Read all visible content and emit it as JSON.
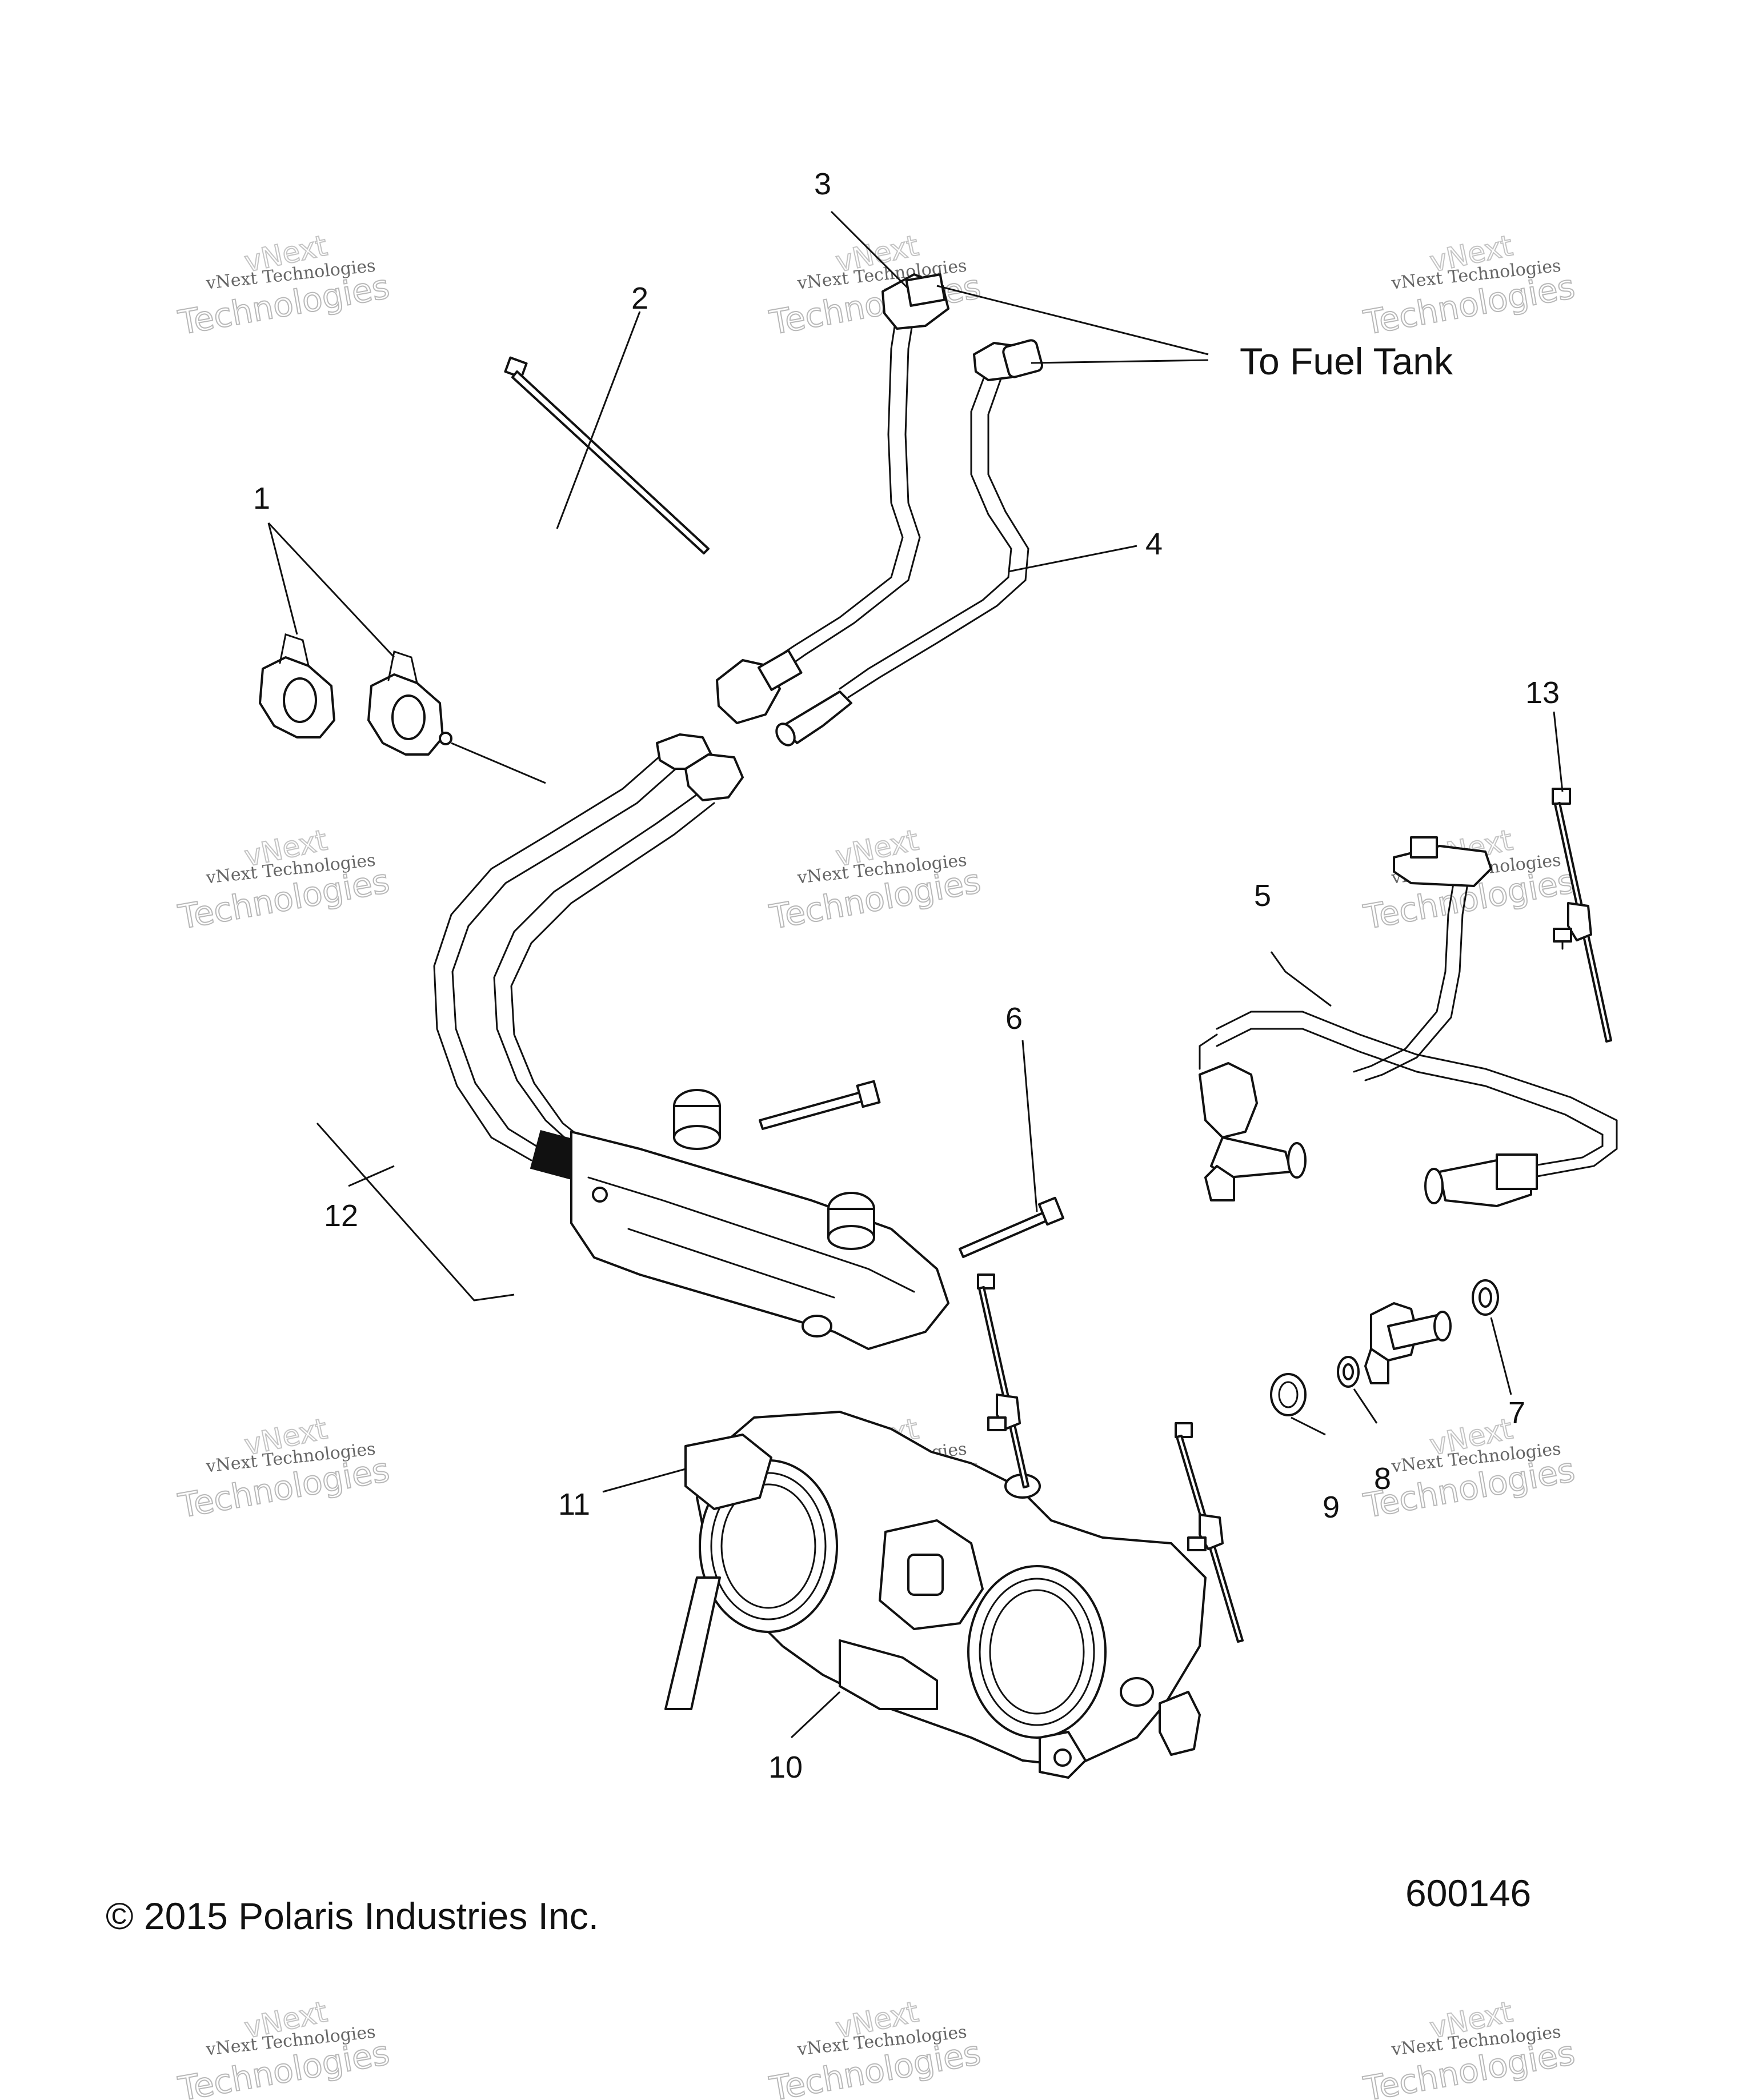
{
  "callouts": {
    "c1": "1",
    "c2": "2",
    "c3": "3",
    "c4": "4",
    "c5": "5",
    "c6": "6",
    "c7": "7",
    "c8": "8",
    "c9": "9",
    "c10": "10",
    "c11": "11",
    "c12": "12",
    "c13": "13"
  },
  "fuel_tank_label": "To Fuel Tank",
  "copyright": "© 2015 Polaris Industries Inc.",
  "figure_number": "600146",
  "watermark": {
    "line1": "vNext Technologies",
    "line2": "Technologies",
    "line3": "vNext"
  }
}
